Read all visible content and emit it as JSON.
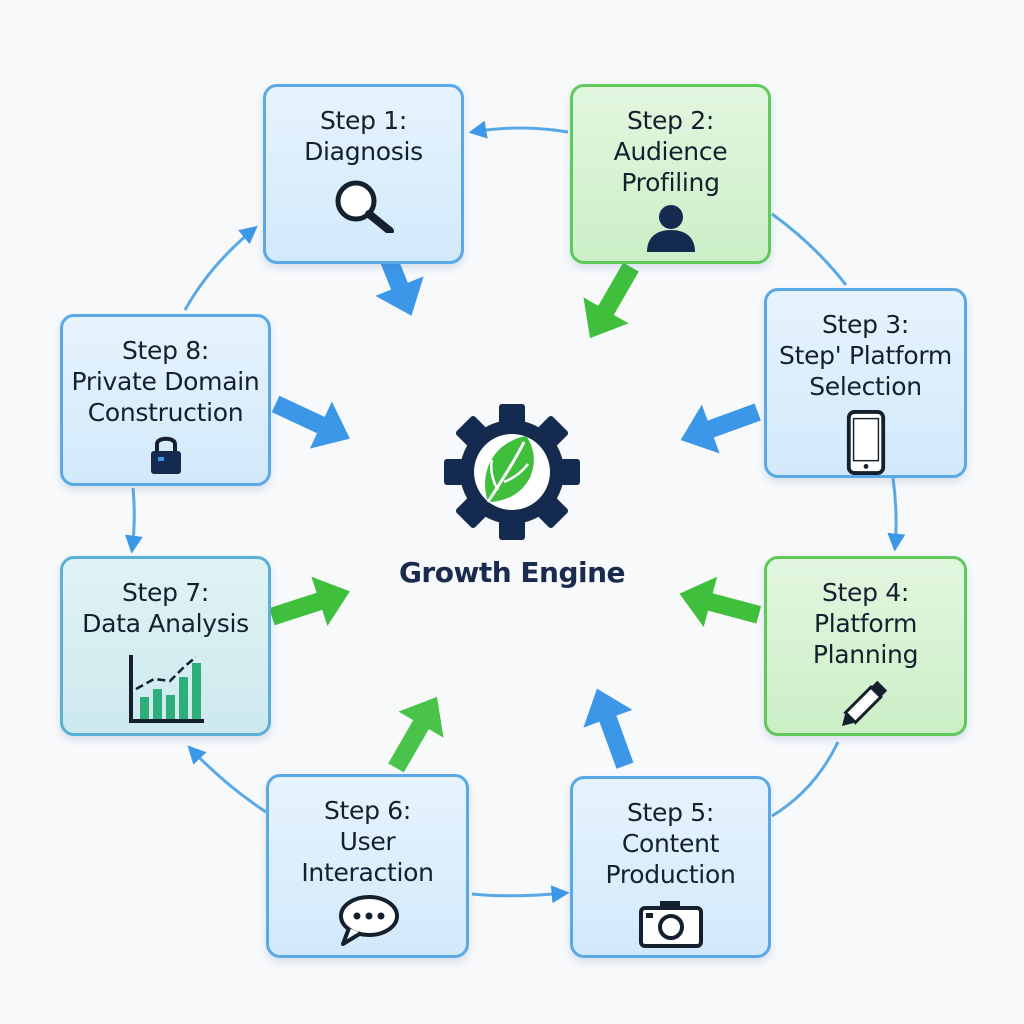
{
  "center": {
    "title": "Growth Engine"
  },
  "steps": [
    {
      "step": "Step 1:",
      "lines": [
        "Diagnosis"
      ]
    },
    {
      "step": "Step 2:",
      "lines": [
        "Audience",
        "Profiling"
      ]
    },
    {
      "step": "Step 3:",
      "lines": [
        "Step' Platform",
        "Selection"
      ]
    },
    {
      "step": "Step 4:",
      "lines": [
        "Platform",
        "Planning"
      ]
    },
    {
      "step": "Step 5:",
      "lines": [
        "Content",
        "Production"
      ]
    },
    {
      "step": "Step 6:",
      "lines": [
        "User",
        "Interaction"
      ]
    },
    {
      "step": "Step 7:",
      "lines": [
        "Data Analysis"
      ]
    },
    {
      "step": "Step 8:",
      "lines": [
        "Private Domain",
        "Construction"
      ]
    }
  ],
  "colors": {
    "blue_border": "#5aa9e6",
    "green_border": "#5fc95c",
    "blue_arrow": "#3d97e8",
    "green_arrow": "#3fbf3c",
    "gear": "#142a4e",
    "title": "#1b2b4d"
  }
}
